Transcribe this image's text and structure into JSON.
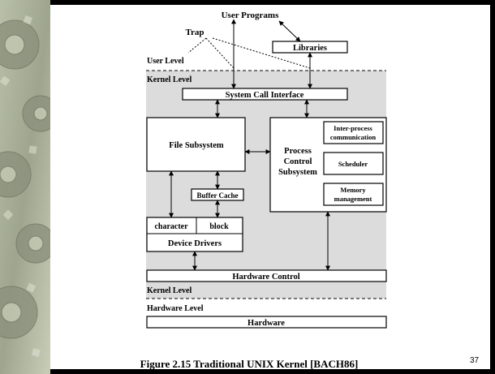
{
  "labels": {
    "user_programs": "User Programs",
    "trap": "Trap",
    "libraries": "Libraries",
    "user_level": "User Level",
    "kernel_level_top": "Kernel Level",
    "system_call_interface": "System Call Interface",
    "file_subsystem": "File Subsystem",
    "process_control": [
      "Process",
      "Control",
      "Subsystem"
    ],
    "ipc": [
      "Inter-process",
      "communication"
    ],
    "scheduler": "Scheduler",
    "memory_management": [
      "Memory",
      "management"
    ],
    "buffer_cache": "Buffer Cache",
    "character": "character",
    "block": "block",
    "device_drivers": "Device Drivers",
    "hardware_control": "Hardware Control",
    "kernel_level_bottom": "Kernel Level",
    "hardware_level": "Hardware Level",
    "hardware": "Hardware"
  },
  "caption": "Figure 2.15  Traditional UNIX Kernel [BACH86]",
  "page_number": "37",
  "colors": {
    "kernel_background": "#dcdcdc",
    "box_fill": "#ffffff",
    "slide_background": "#ffffff",
    "frame": "#000000"
  },
  "decoration": "gear-pattern-sidebar"
}
